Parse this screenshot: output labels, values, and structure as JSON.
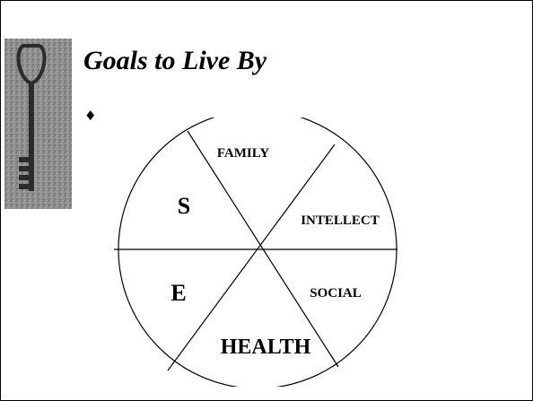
{
  "slide": {
    "title": "Goals to Live By",
    "bullet_symbol": "♦"
  },
  "diagram": {
    "segments": [
      {
        "label": "FAMILY"
      },
      {
        "label": "INTELLECT"
      },
      {
        "label": "SOCIAL"
      },
      {
        "label": "HEALTH"
      },
      {
        "label": "E"
      },
      {
        "label": "S"
      }
    ]
  },
  "decorations": {
    "key_image_icon": "skeleton-key-icon",
    "stone_color": "#8a8a8a",
    "metal_color": "#2b2b2b"
  }
}
